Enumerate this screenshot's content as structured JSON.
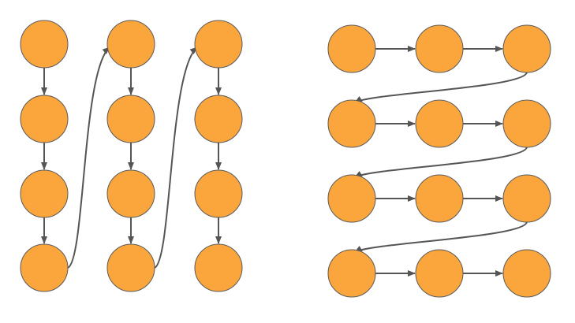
{
  "colors": {
    "node_fill": "#FBA63C",
    "node_stroke": "#5a5a5a",
    "arrow": "#555555",
    "background": "#ffffff"
  },
  "diagrams": [
    {
      "name": "column-major-order",
      "rows": 4,
      "cols": 3,
      "order": "column-major"
    },
    {
      "name": "row-major-order",
      "rows": 4,
      "cols": 3,
      "order": "row-major"
    }
  ]
}
